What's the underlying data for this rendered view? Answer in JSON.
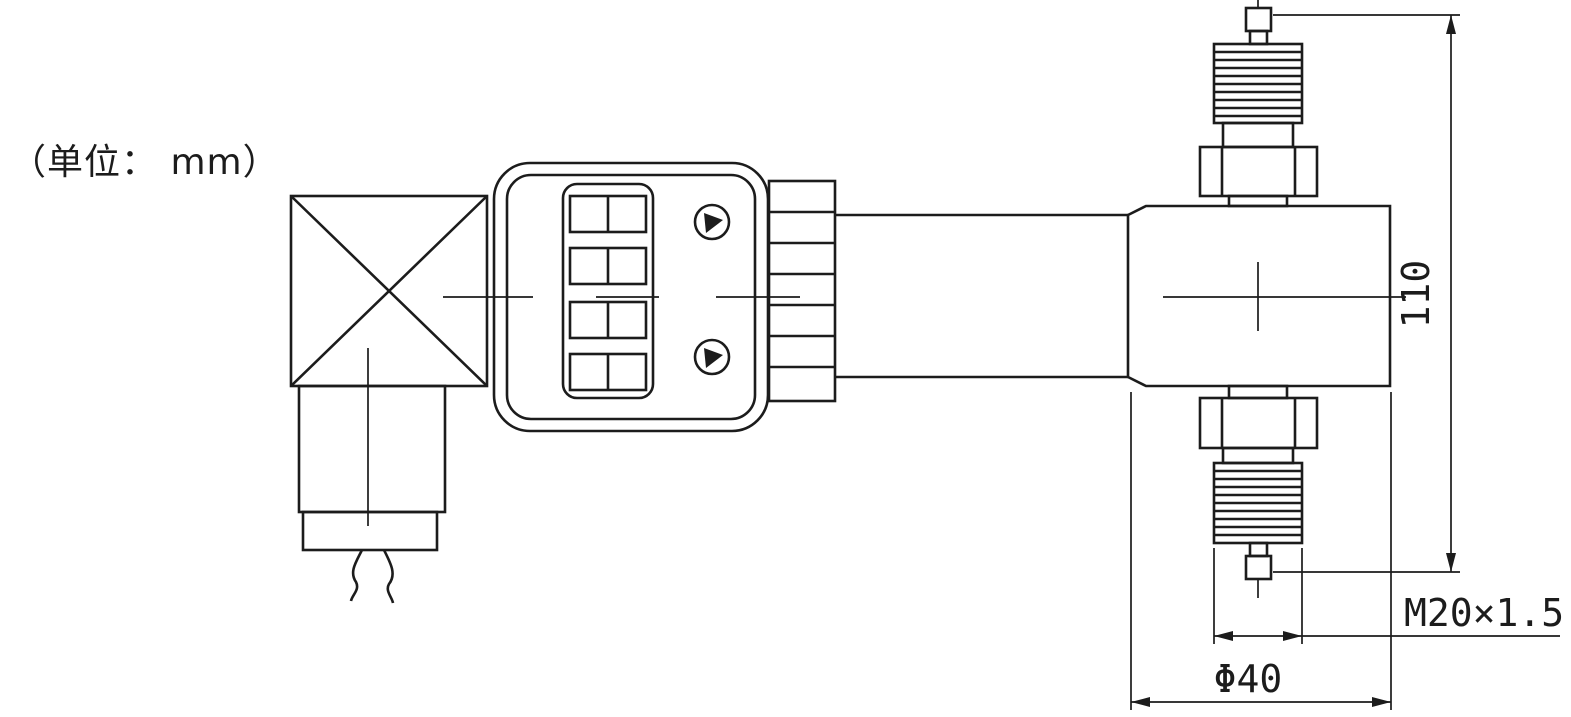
{
  "drawing": {
    "unit_note": "（单位： mm）",
    "dimensions": {
      "overall_height": "110",
      "thread_spec": "M20×1.5",
      "body_diameter": "Φ40"
    },
    "colors": {
      "line": "#1c1c1c",
      "background": "#ffffff"
    }
  }
}
